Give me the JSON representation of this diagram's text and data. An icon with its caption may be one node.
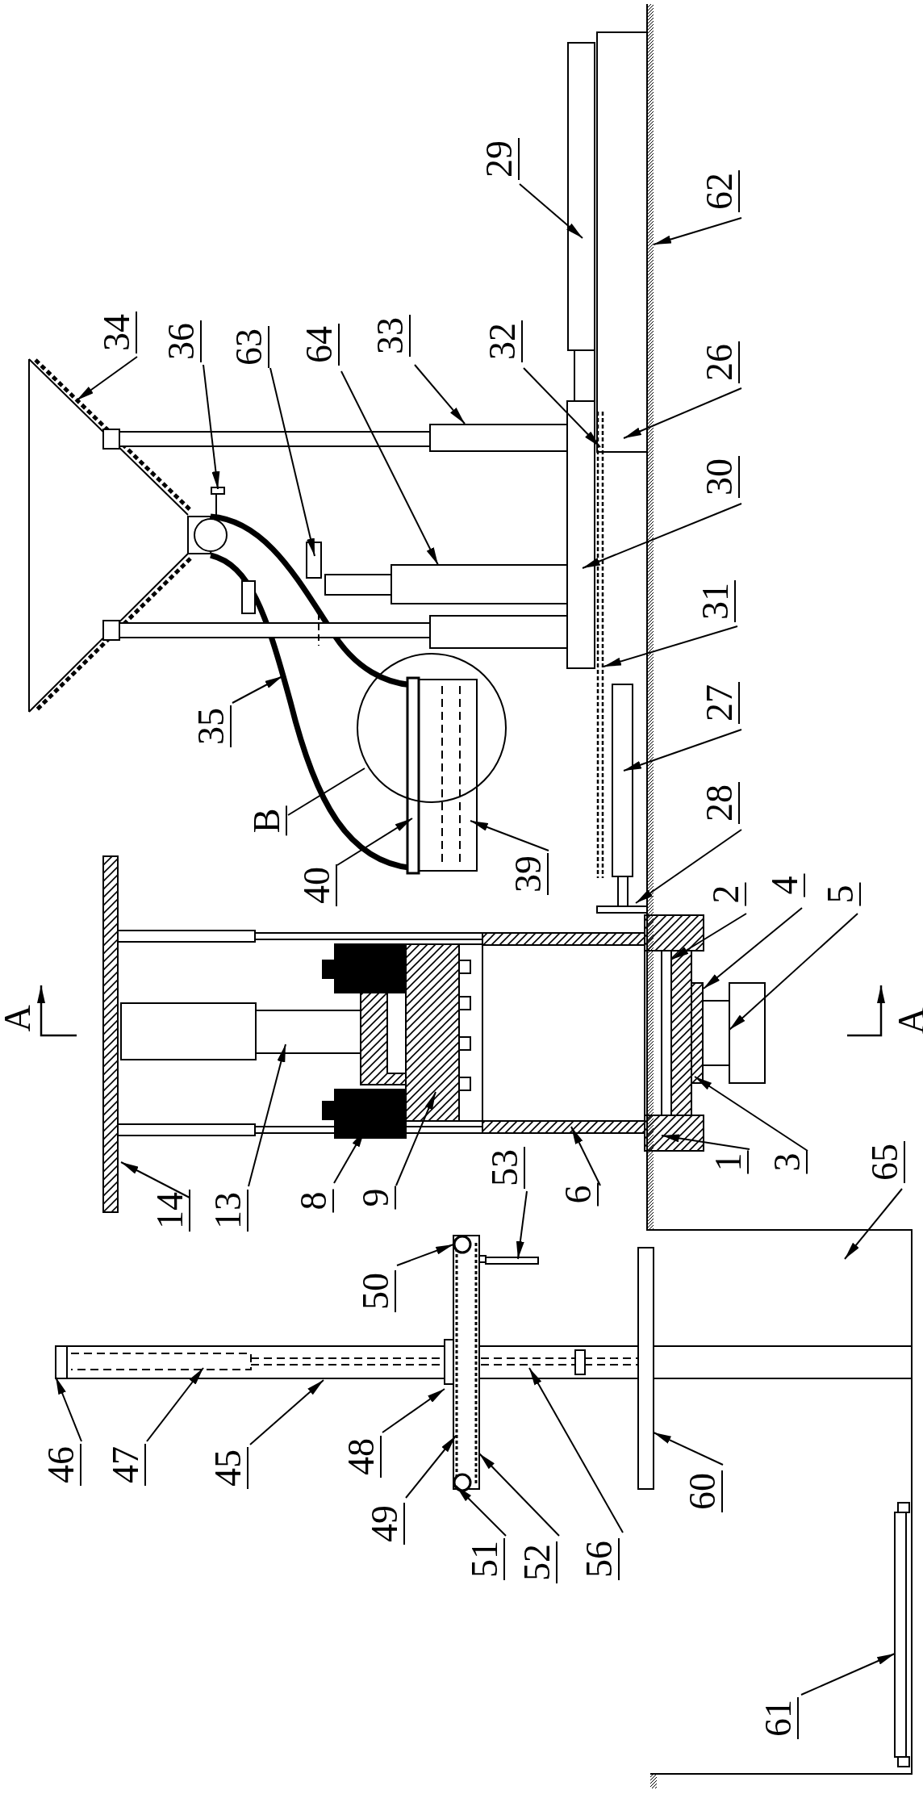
{
  "diagram": {
    "nodes": [
      {
        "text": [
          "34"
        ]
      },
      {
        "text": [
          "36"
        ]
      },
      {
        "text": [
          "63"
        ]
      },
      {
        "text": [
          "64"
        ]
      },
      {
        "text": [
          "33"
        ]
      },
      {
        "text": [
          "32"
        ]
      },
      {
        "text": [
          "29"
        ]
      },
      {
        "text": [
          "62"
        ]
      },
      {
        "text": [
          "26"
        ]
      },
      {
        "text": [
          "30"
        ]
      },
      {
        "text": [
          "31"
        ]
      },
      {
        "text": [
          "35"
        ]
      },
      {
        "text": [
          "B"
        ]
      },
      {
        "text": [
          "40"
        ]
      },
      {
        "text": [
          "39"
        ]
      },
      {
        "text": [
          "27"
        ]
      },
      {
        "text": [
          "28"
        ]
      },
      {
        "text": [
          "2"
        ]
      },
      {
        "text": [
          "4"
        ]
      },
      {
        "text": [
          "5"
        ]
      },
      {
        "text": [
          "3"
        ]
      },
      {
        "text": [
          "1"
        ]
      },
      {
        "text": [
          "6"
        ]
      },
      {
        "text": [
          "9"
        ]
      },
      {
        "text": [
          "8"
        ]
      },
      {
        "text": [
          "13"
        ]
      },
      {
        "text": [
          "14"
        ]
      },
      {
        "text": [
          "53"
        ]
      },
      {
        "text": [
          "65"
        ]
      },
      {
        "text": [
          "50"
        ]
      },
      {
        "text": [
          "46"
        ]
      },
      {
        "text": [
          "47"
        ]
      },
      {
        "text": [
          "45"
        ]
      },
      {
        "text": [
          "48"
        ]
      },
      {
        "text": [
          "49"
        ]
      },
      {
        "text": [
          "51"
        ]
      },
      {
        "text": [
          "52"
        ]
      },
      {
        "text": [
          "56"
        ]
      },
      {
        "text": [
          "60"
        ]
      },
      {
        "text": [
          "61"
        ]
      }
    ],
    "edges": [
      {
        "from": 0,
        "to": null,
        "arrow": "to"
      },
      {
        "from": 1,
        "to": null,
        "arrow": "to"
      },
      {
        "from": 2,
        "to": null,
        "arrow": "to"
      },
      {
        "from": 3,
        "to": null,
        "arrow": "to"
      },
      {
        "from": 4,
        "to": null,
        "arrow": "to"
      },
      {
        "from": 5,
        "to": null,
        "arrow": "to"
      },
      {
        "from": 6,
        "to": null,
        "arrow": "to"
      },
      {
        "from": 7,
        "to": null,
        "arrow": "to"
      },
      {
        "from": 8,
        "to": null,
        "arrow": "to"
      },
      {
        "from": 9,
        "to": null,
        "arrow": "to"
      },
      {
        "from": 10,
        "to": null,
        "arrow": "to"
      },
      {
        "from": 11,
        "to": null,
        "arrow": "to"
      },
      {
        "from": 12,
        "to": null,
        "arrow": "none"
      },
      {
        "from": 13,
        "to": null,
        "arrow": "to"
      },
      {
        "from": 14,
        "to": null,
        "arrow": "to"
      },
      {
        "from": 15,
        "to": null,
        "arrow": "to"
      },
      {
        "from": 16,
        "to": null,
        "arrow": "to"
      },
      {
        "from": 17,
        "to": null,
        "arrow": "to"
      },
      {
        "from": 18,
        "to": null,
        "arrow": "to"
      },
      {
        "from": 19,
        "to": null,
        "arrow": "to"
      },
      {
        "from": 20,
        "to": null,
        "arrow": "to"
      },
      {
        "from": 21,
        "to": null,
        "arrow": "to"
      },
      {
        "from": 22,
        "to": null,
        "arrow": "to"
      },
      {
        "from": 23,
        "to": null,
        "arrow": "to"
      },
      {
        "from": 24,
        "to": null,
        "arrow": "to"
      },
      {
        "from": 25,
        "to": null,
        "arrow": "to"
      },
      {
        "from": 26,
        "to": null,
        "arrow": "to"
      },
      {
        "from": 27,
        "to": null,
        "arrow": "to"
      },
      {
        "from": 28,
        "to": null,
        "arrow": "to"
      },
      {
        "from": 29,
        "to": null,
        "arrow": "to"
      },
      {
        "from": 30,
        "to": null,
        "arrow": "to"
      },
      {
        "from": 31,
        "to": null,
        "arrow": "to"
      },
      {
        "from": 32,
        "to": null,
        "arrow": "to"
      },
      {
        "from": 33,
        "to": null,
        "arrow": "to"
      },
      {
        "from": 34,
        "to": null,
        "arrow": "to"
      },
      {
        "from": 35,
        "to": null,
        "arrow": "to"
      },
      {
        "from": 36,
        "to": null,
        "arrow": "to"
      },
      {
        "from": 37,
        "to": null,
        "arrow": "to"
      },
      {
        "from": 38,
        "to": null,
        "arrow": "to"
      },
      {
        "from": 39,
        "to": null,
        "arrow": "to"
      }
    ],
    "labels": [
      "A",
      "A"
    ]
  }
}
